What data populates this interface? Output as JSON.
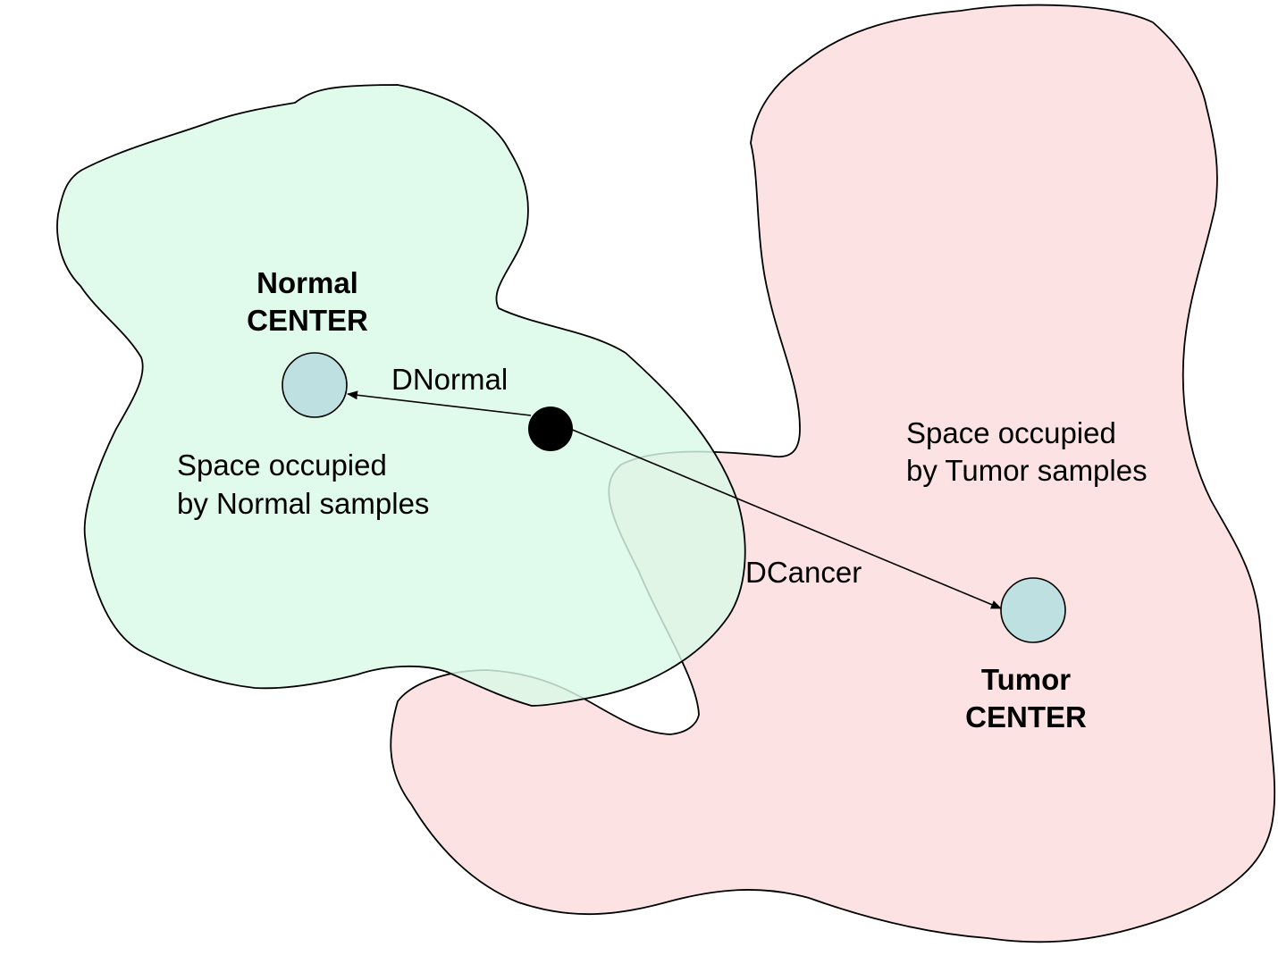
{
  "regions": {
    "normal": {
      "label_line1": "Space occupied",
      "label_line2": "by Normal samples",
      "fill": "#d9f9e7"
    },
    "tumor": {
      "label_line1": "Space occupied",
      "label_line2": "by Tumor samples",
      "fill": "#fde2e4"
    }
  },
  "centers": {
    "normal": {
      "label_line1": "Normal",
      "label_line2": "CENTER",
      "fill": "#bfe0e0"
    },
    "tumor": {
      "label_line1": "Tumor",
      "label_line2": "CENTER",
      "fill": "#bfe0e0"
    }
  },
  "sample_point": {
    "fill": "#000000"
  },
  "distances": {
    "to_normal": "DNormal",
    "to_tumor": "DCancer"
  }
}
